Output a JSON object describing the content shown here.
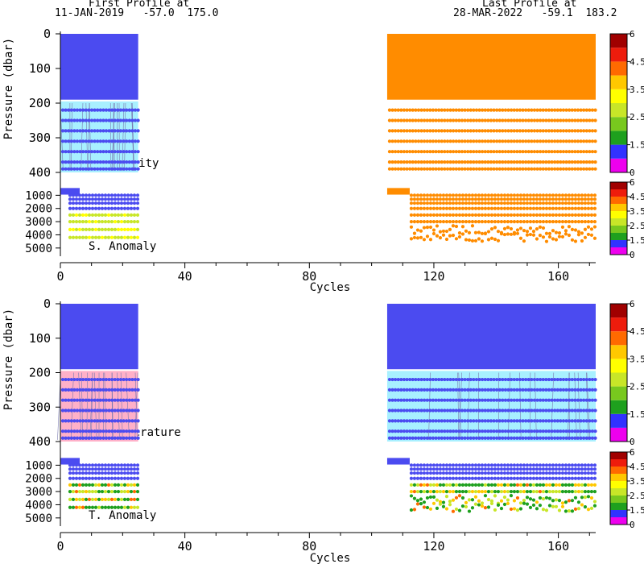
{
  "header": {
    "first_label": "First Profile at",
    "first_info": "11-JAN-2019   -57.0  175.0",
    "last_label": "Last Profile at",
    "last_info": "28-MAR-2022   -59.1  183.2"
  },
  "colors": {
    "profile_blue": "#4b4bf0",
    "profile_orange": "#ff8c00",
    "colorbar": [
      "#ee00ee",
      "#3232ff",
      "#1ea01e",
      "#78c81e",
      "#c8e628",
      "#ffff00",
      "#ffc800",
      "#ff6a00",
      "#ee1c0c",
      "#a00000"
    ]
  },
  "chart_data": [
    {
      "type": "heatmap",
      "panel": "salinity",
      "xlabel": "Cycles",
      "ylabel": "Pressure (dbar)",
      "x_ticks": [
        0,
        40,
        80,
        120,
        160
      ],
      "xlim": [
        0,
        172
      ],
      "upper": {
        "label": "Salinity",
        "ylim": [
          0,
          400
        ],
        "y_ticks": [
          0,
          100,
          200,
          300,
          400
        ],
        "colorbar_ticks": [
          "6",
          "4.5",
          "3.5",
          "2.5",
          "1.5",
          "0"
        ],
        "profile_levels_dbar": [
          220,
          250,
          280,
          310,
          340,
          370,
          390
        ],
        "segments": [
          {
            "cycles": [
              0,
              25
            ],
            "color": "blue"
          },
          {
            "cycles": [
              105,
              172
            ],
            "color": "orange"
          }
        ]
      },
      "lower": {
        "label": "S. Anomaly",
        "ylim": [
          0,
          5500
        ],
        "y_ticks": [
          1000,
          2000,
          3000,
          4000,
          5000
        ],
        "colorbar_ticks": [
          "6",
          "4.5",
          "3.5",
          "2.5",
          "1.5",
          "0"
        ]
      }
    },
    {
      "type": "heatmap",
      "panel": "temperature",
      "xlabel": "Cycles",
      "ylabel": "Pressure (dbar)",
      "x_ticks": [
        0,
        40,
        80,
        120,
        160
      ],
      "xlim": [
        0,
        172
      ],
      "upper": {
        "label": "Temperature",
        "ylim": [
          0,
          400
        ],
        "y_ticks": [
          0,
          100,
          200,
          300,
          400
        ],
        "colorbar_ticks": [
          "6",
          "4.5",
          "3.5",
          "2.5",
          "1.5",
          "0"
        ],
        "profile_levels_dbar": [
          220,
          250,
          280,
          310,
          340,
          370,
          390
        ],
        "segments": [
          {
            "cycles": [
              0,
              25
            ],
            "color": "blue"
          },
          {
            "cycles": [
              105,
              172
            ],
            "color": "blue"
          }
        ]
      },
      "lower": {
        "label": "T. Anomaly",
        "ylim": [
          0,
          5500
        ],
        "y_ticks": [
          1000,
          2000,
          3000,
          4000,
          5000
        ],
        "colorbar_ticks": [
          "6",
          "4.5",
          "3.5",
          "2.5",
          "1.5",
          "0"
        ]
      }
    }
  ]
}
